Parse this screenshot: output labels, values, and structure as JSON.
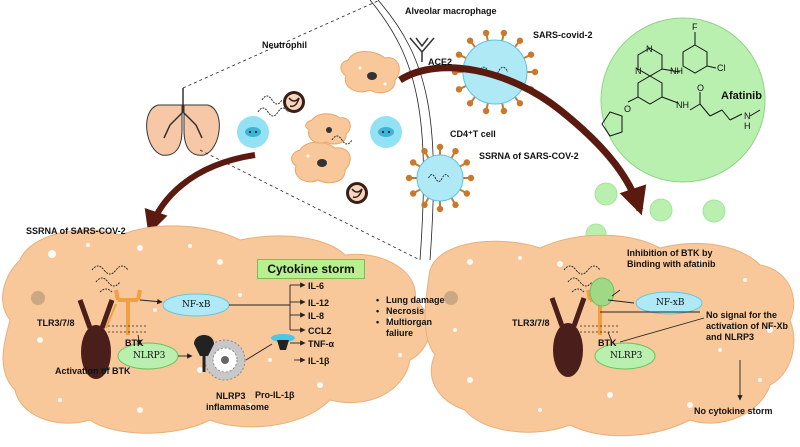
{
  "labels": {
    "alveolar_macrophage": "Alveolar macrophage",
    "sars_covid2": "SARS-covid-2",
    "neutrophil": "Neutrophil",
    "ace2": "ACE2",
    "cd4_t_cell": "CD4⁺T cell",
    "ssrna_top": "SSRNA of SARS-COV-2",
    "ssrna_left": "SSRNA of SARS-COV-2",
    "afatinib": "Afatinib",
    "tlr_left": "TLR3/7/8",
    "btk_left": "BTK",
    "nfkb_left": "NF-xB",
    "nlrp3_left": "NLRP3",
    "activation_btk": "Activation of BTK",
    "nlrp3_inflammasome_1": "NLRP3",
    "nlrp3_inflammasome_2": "inflammasome",
    "pro_il1b": "Pro-IL-1β",
    "cytokine_storm": "Cytokine storm",
    "tlr_right": "TLR3/7/8",
    "btk_right": "BTK",
    "nfkb_right": "NF-xB",
    "nlrp3_right": "NLRP3",
    "inhibition_1": "Inhibition of BTK by",
    "inhibition_2": "Binding with afatinib",
    "no_signal_1": "No signal for the",
    "no_signal_2": "activation of NF-Xb",
    "no_signal_3": "and NLRP3",
    "no_cytokine_storm": "No cytokine storm"
  },
  "cytokines": [
    "IL-6",
    "IL-12",
    "IL-8",
    "CCL2",
    "TNF-α",
    "IL-1β"
  ],
  "effects": [
    "Lung damage",
    "Necrosis",
    "Multiorgan",
    "faliure"
  ],
  "structure_atoms": {
    "F": "F",
    "Cl": "Cl",
    "N1": "N",
    "N2": "N",
    "NH1": "NH",
    "NH2": "NH",
    "O1": "O",
    "O2": "O",
    "N_methyl": "N",
    "H_methyl": "H"
  },
  "colors": {
    "cell_fill": "#f9c89a",
    "cell_stroke": "#e8a56a",
    "virus_fill": "#aee9f5",
    "virus_spike": "#c9792c",
    "tcell_fill": "#7fdcf2",
    "green_circle": "#b9f0b0",
    "nfkb_fill": "#aee9f5",
    "nlrp3_fill": "#b9f0b0",
    "receptor_dark": "#4a1e1a",
    "btk_orange": "#f0a040",
    "arrow_brown": "#5a1a10",
    "storm_box": "#b8f08f"
  }
}
